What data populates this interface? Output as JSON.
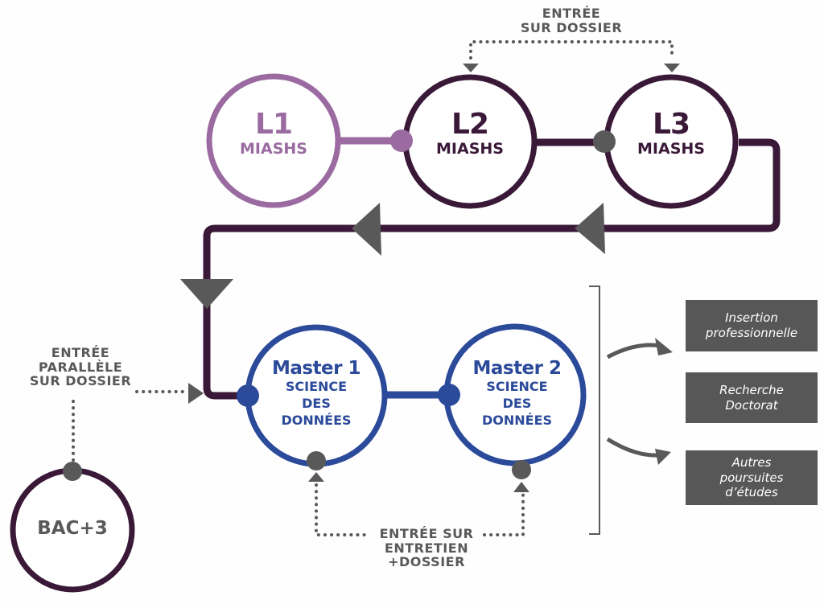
{
  "colors": {
    "l1": "#9a6aa0",
    "dark": "#3a1838",
    "master": "#2b4a9a",
    "gray": "#595959",
    "box": "#575757"
  },
  "nodes": {
    "l1": {
      "title": "L1",
      "subtitle": "MIASHS"
    },
    "l2": {
      "title": "L2",
      "subtitle": "MIASHS"
    },
    "l3": {
      "title": "L3",
      "subtitle": "MIASHS"
    },
    "m1": {
      "title": "Master 1",
      "line1": "SCIENCE",
      "line2": "DES",
      "line3": "DONNÉES"
    },
    "m2": {
      "title": "Master 2",
      "line1": "SCIENCE",
      "line2": "DES",
      "line3": "DONNÉES"
    },
    "bac3": {
      "title": "BAC+3"
    }
  },
  "labels": {
    "entree_dossier": {
      "line1": "ENTRÉE",
      "line2": "SUR DOSSIER"
    },
    "entree_parallele": {
      "line1": "ENTRÉE",
      "line2": "PARALLÈLE",
      "line3": "SUR DOSSIER"
    },
    "entree_entretien": {
      "line1": "ENTRÉE SUR",
      "line2": "ENTRETIEN",
      "line3": "+DOSSIER"
    }
  },
  "outcomes": [
    {
      "line1": "Insertion",
      "line2": "professionnelle"
    },
    {
      "line1": "Recherche",
      "line2": "Doctorat"
    },
    {
      "line1": "Autres",
      "line2": "poursuites",
      "line3": "d’études"
    }
  ]
}
